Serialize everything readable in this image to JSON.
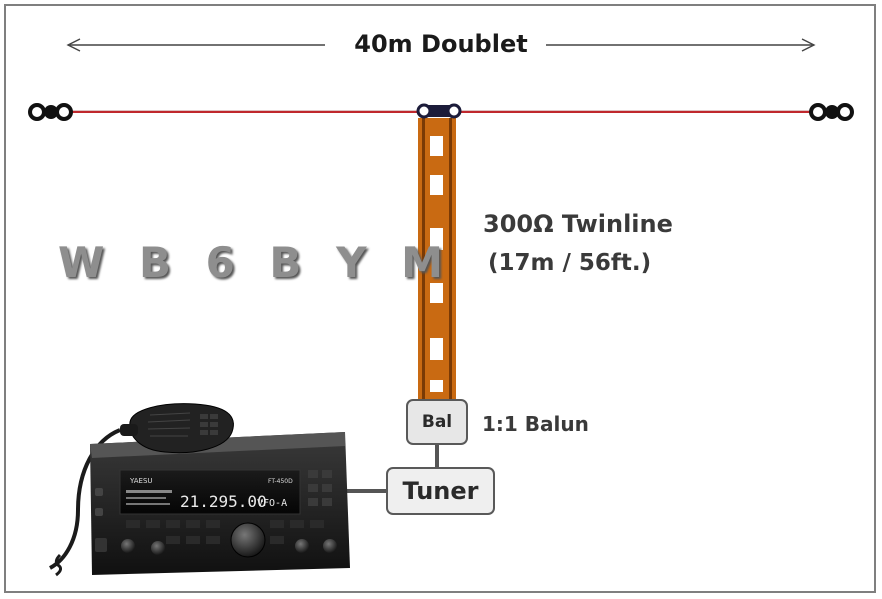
{
  "diagram": {
    "title": "40m Doublet",
    "callsign": "W B 6 B Y M",
    "feedline": {
      "line1": "300Ω Twinline",
      "line2": "(17m / 56ft.)"
    },
    "balun": {
      "box_label": "Bal",
      "description": "1:1 Balun"
    },
    "tuner": {
      "label": "Tuner"
    },
    "radio": {
      "brand": "YAESU",
      "model": "FT-450D",
      "display": "21.295.00",
      "vfo": "VFO-A"
    }
  },
  "colors": {
    "antenna_wire": "#c0282d",
    "twinline": "#c96a12",
    "insulator": "#1c1c3a",
    "frame": "#7f7f7f"
  }
}
